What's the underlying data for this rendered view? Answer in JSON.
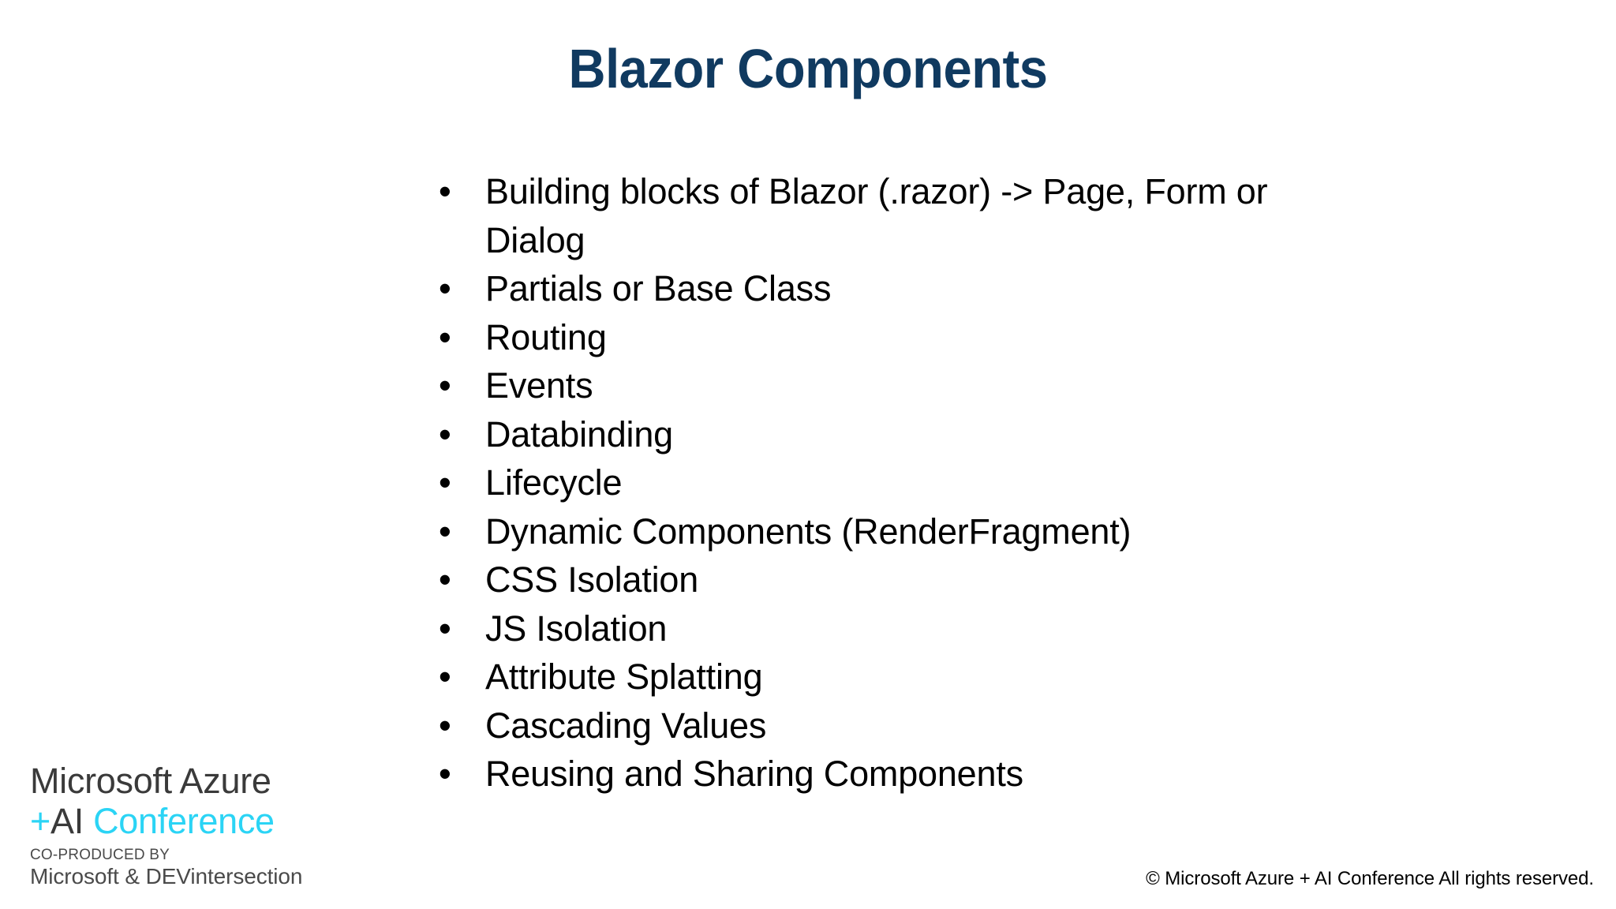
{
  "slide": {
    "title": "Blazor Components",
    "background_color": "#ffffff",
    "title_color": "#103a60",
    "body_text_color": "#000000",
    "bullet_glyph": "•",
    "bullets": [
      {
        "text": "Building blocks of Blazor (.razor) -> Page, Form or Dialog"
      },
      {
        "text": "Partials or Base Class"
      },
      {
        "text": "Routing"
      },
      {
        "text": "Events"
      },
      {
        "text": "Databinding"
      },
      {
        "text": "Lifecycle"
      },
      {
        "text": "Dynamic Components (RenderFragment)"
      },
      {
        "text": "CSS Isolation"
      },
      {
        "text": "JS Isolation"
      },
      {
        "text": "Attribute Splatting"
      },
      {
        "text": "Cascading Values"
      },
      {
        "text": "Reusing and Sharing Components"
      }
    ]
  },
  "logo": {
    "line1": "Microsoft Azure",
    "plus": "+",
    "ai": "AI",
    "conference": "Conference",
    "coproduced_label": "CO-PRODUCED BY",
    "partners": "Microsoft & DEVintersection",
    "accent_color": "#2bd4f5",
    "text_color": "#3a3a3a"
  },
  "footer": {
    "copyright": "© Microsoft Azure + AI Conference  All rights reserved."
  }
}
